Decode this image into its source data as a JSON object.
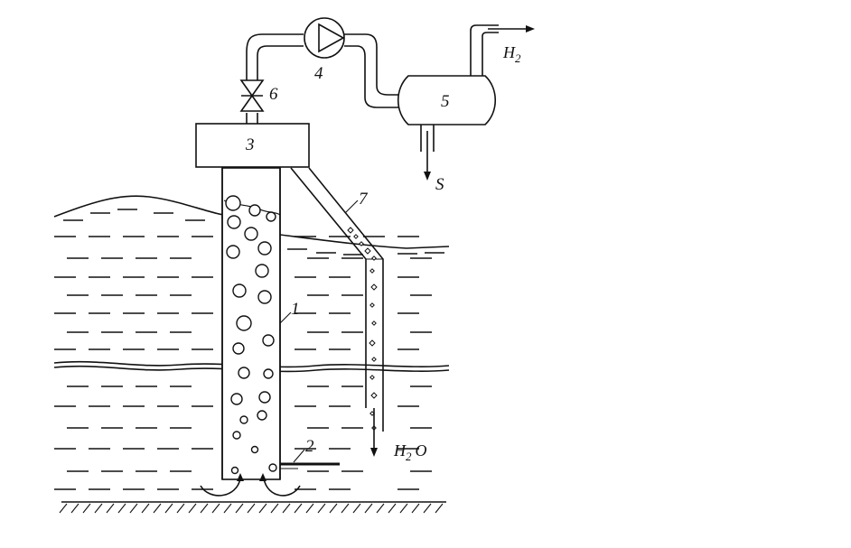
{
  "diagram": {
    "labels": {
      "riser_pipe": "1",
      "air_pipe": "2",
      "top_box": "3",
      "pump": "4",
      "separator": "5",
      "valve": "6",
      "return_pipe": "7",
      "hydrogen_out": "H",
      "hydrogen_sub": "2",
      "sulfur_out": "S",
      "water_h": "H",
      "water_sub": "2",
      "water_o": "O"
    }
  }
}
